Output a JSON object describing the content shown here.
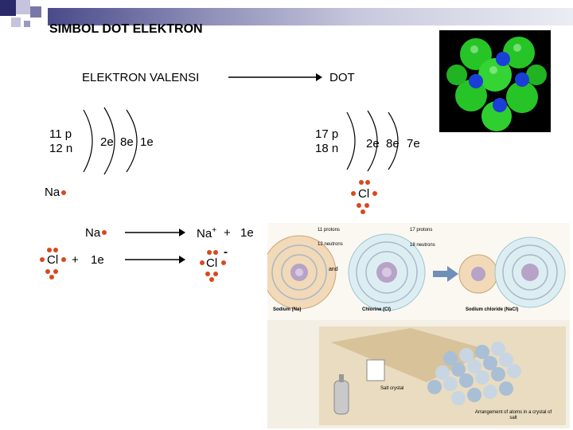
{
  "title": "SIMBOL DOT ELEKTRON",
  "header": {
    "left_label": "ELEKTRON VALENSI",
    "right_label": "DOT"
  },
  "sodium": {
    "nucleus_line1": "11 p",
    "nucleus_line2": "12 n",
    "shells": [
      "2e",
      "8e",
      "1e"
    ],
    "symbol": "Na"
  },
  "chlorine": {
    "nucleus_line1": "17 p",
    "nucleus_line2": "18 n",
    "shells": [
      "2e",
      "8e",
      "7e"
    ],
    "symbol": "Cl"
  },
  "reaction1": {
    "reactant": "Na",
    "products": "Na",
    "charge": "+",
    "plus": "+",
    "electron": "1e"
  },
  "reaction2": {
    "reactant": "Cl",
    "plus": "+",
    "electron": "1e",
    "product": "Cl",
    "charge": "-"
  },
  "figure": {
    "labels": {
      "na_protons": "11 protons",
      "na_neutrons": "12 neutrons",
      "cl_protons": "17 protons",
      "cl_neutrons": "18 neutrons",
      "and": "and",
      "sodium": "Sodium (Na)",
      "chlorine": "Chlorine (Cl)",
      "nacl": "Sodium chloride (NaCl)",
      "salt_crystal": "Salt crystal",
      "arrangement": "Arrangement of atoms in a crystal of salt"
    }
  },
  "colors": {
    "dot": "#d9481e",
    "crystal_green": "#2fcf2f",
    "crystal_blue": "#1a3fd6"
  }
}
